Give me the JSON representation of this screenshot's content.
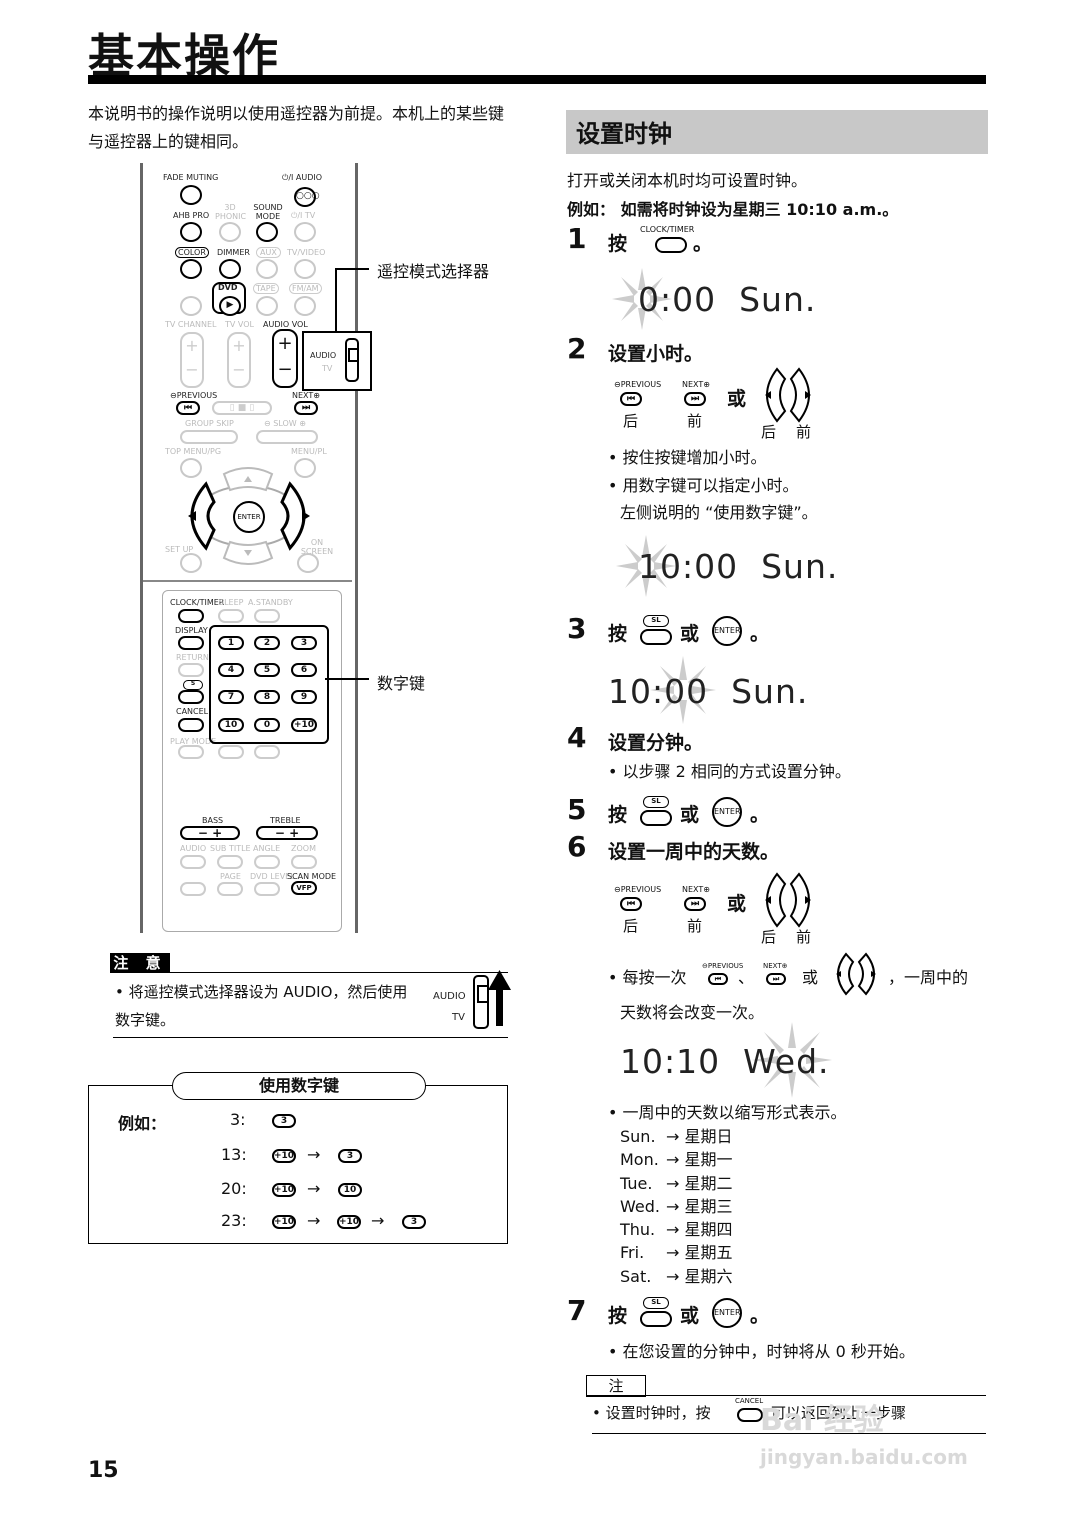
{
  "header": {
    "title": "基本操作"
  },
  "intro": "本说明书的操作说明以使用遥控器为前提。本机上的某些键与遥控器上的键相同。",
  "remote": {
    "fade_muting": "FADE MUTING",
    "power_audio": "⏻/I AUDIO",
    "ahb_pro": "AHB PRO",
    "three_d": "3D PHONIC",
    "sound_mode": "SOUND MODE",
    "power_tv": "⏻/I TV",
    "color": "COLOR",
    "dimmer": "DIMMER",
    "aux": "AUX",
    "tv_video": "TV/VIDEO",
    "dvd": "DVD",
    "tape": "TAPE",
    "fm_am": "FM/AM",
    "tv_channel": "TV CHANNEL",
    "tv_vol": "TV VOL",
    "audio_vol": "AUDIO VOL",
    "audio": "AUDIO",
    "tv": "TV",
    "previous": "⊖PREVIOUS",
    "next": "NEXT⊕",
    "group_skip": "GROUP SKIP",
    "slow": "⊖ SLOW ⊕",
    "top_menu": "TOP MENU/PG",
    "menu_pl": "MENU/PL",
    "enter": "ENTER",
    "set_up": "SET UP",
    "on_screen": "ON SCREEN",
    "clock_timer": "CLOCK/TIMER",
    "sleep": "SLEEP",
    "a_standby": "A.STANDBY",
    "display": "DISPLAY",
    "return": "RETURN",
    "cancel": "CANCEL",
    "play_mode": "PLAY MODE",
    "bass": "BASS",
    "treble": "TREBLE",
    "audio_sub": "AUDIO",
    "subtitle": "SUB TITLE",
    "angle": "ANGLE",
    "zoom": "ZOOM",
    "page": "PAGE",
    "dvd_level": "DVD LEVEL",
    "scan_mode": "SCAN MODE",
    "vfp": "VFP",
    "keys": [
      "1",
      "2",
      "3",
      "4",
      "5",
      "6",
      "7",
      "8",
      "9",
      "10",
      "0",
      "+10"
    ]
  },
  "callouts": {
    "mode_selector": "遥控模式选择器",
    "number_keys": "数字键"
  },
  "caution": {
    "label": "注 意",
    "text": "• 将遥控模式选择器设为 AUDIO，然后使用数字键。",
    "audio": "AUDIO",
    "tv": "TV"
  },
  "number_keys_box": {
    "title": "使用数字键",
    "example_label": "例如：",
    "rows": [
      {
        "value": "3:",
        "keys": [
          "3"
        ]
      },
      {
        "value": "13:",
        "keys": [
          "+10",
          "3"
        ]
      },
      {
        "value": "20:",
        "keys": [
          "+10",
          "10"
        ]
      },
      {
        "value": "23:",
        "keys": [
          "+10",
          "+10",
          "3"
        ]
      }
    ],
    "arrow": "→"
  },
  "section": {
    "title": "设置时钟",
    "intro": "打开或关闭本机时均可设置时钟。",
    "example": "例如： 如需将时钟设为星期三 10:10 a.m.。",
    "press": "按",
    "or": "或",
    "period": "。",
    "clock_timer": "CLOCK/TIMER",
    "enter": "ENTER",
    "previous": "⊖PREVIOUS",
    "next": "NEXT⊕",
    "back": "后",
    "forward": "前",
    "steps": {
      "s1": "1",
      "s2": "2",
      "s3": "3",
      "s4": "4",
      "s5": "5",
      "s6": "6",
      "s7": "7",
      "s2_text": "设置小时。",
      "s4_text": "设置分钟。",
      "s6_text": "设置一周中的天数。"
    },
    "lcd": {
      "d1": "0:00  Sun.",
      "d2": "10:00  Sun.",
      "d3": "10:00  Sun.",
      "d4": "10:10  Wed."
    },
    "bullets": {
      "hold": "• 按住按键增加小时。",
      "numkeys": "• 用数字键可以指定小时。",
      "numkeys2": "左侧说明的 “使用数字键”。",
      "same_as_2": "• 以步骤 2 相同的方式设置分钟。",
      "each_press": "• 每按一次",
      "comma": "、",
      "or2": "或",
      "each_press_tail": "，一周中的",
      "each_press_2": "天数将会改变一次。",
      "abbr": "• 一周中的天数以缩写形式表示。",
      "s7_bullet": "• 在您设置的分钟中，时钟将从 0 秒开始。"
    },
    "days": [
      {
        "abbr": "Sun.",
        "name": "星期日"
      },
      {
        "abbr": "Mon.",
        "name": "星期一"
      },
      {
        "abbr": "Tue.",
        "name": "星期二"
      },
      {
        "abbr": "Wed.",
        "name": "星期三"
      },
      {
        "abbr": "Thu.",
        "name": "星期四"
      },
      {
        "abbr": "Fri.",
        "name": "星期五"
      },
      {
        "abbr": "Sat.",
        "name": "星期六"
      }
    ],
    "day_arrow": "→",
    "note": {
      "label": "注",
      "text_a": "• 设置时钟时，按",
      "cancel": "CANCEL",
      "text_b": "可以返回到上一步骤"
    }
  },
  "page_number": "15",
  "watermark": {
    "line1": "Bai 经验",
    "line2": "jingyan.baidu.com"
  }
}
